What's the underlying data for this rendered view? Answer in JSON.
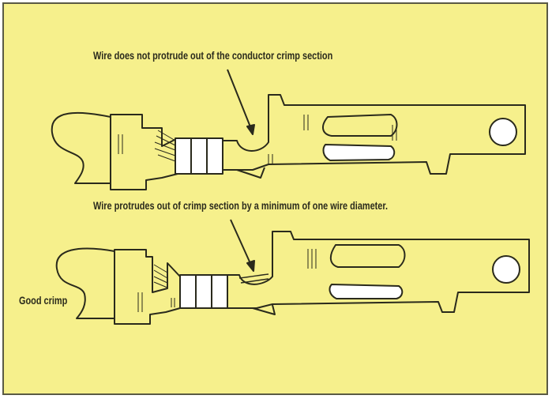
{
  "figure": {
    "callout_top": "Wire does not protrude out of the conductor crimp section",
    "callout_bottom": "Wire protrudes out of crimp section by a minimum of one wire diameter.",
    "side_label": "Good crimp"
  },
  "colors": {
    "background": "#f6f08c",
    "line": "#2a2a1c",
    "fill_white": "#ffffff"
  }
}
